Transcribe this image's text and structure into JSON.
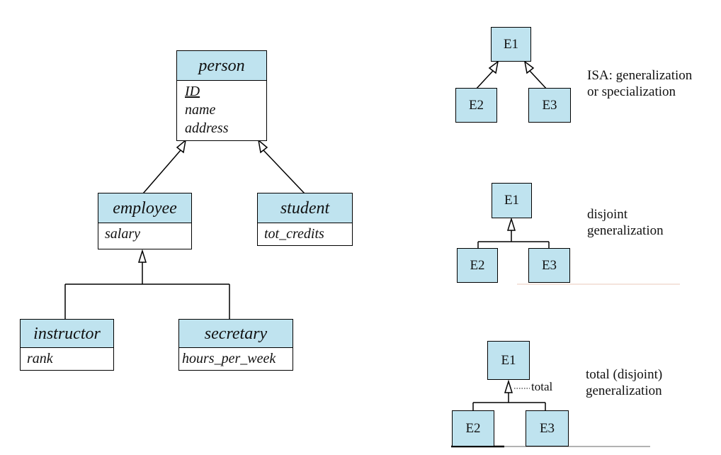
{
  "uml": {
    "person": {
      "name": "person",
      "attributes": [
        "ID",
        "name",
        "address"
      ],
      "key": "ID"
    },
    "employee": {
      "name": "employee",
      "attributes": [
        "salary"
      ]
    },
    "student": {
      "name": "student",
      "attributes": [
        "tot_credits"
      ]
    },
    "instructor": {
      "name": "instructor",
      "attributes": [
        "rank"
      ]
    },
    "secretary": {
      "name": "secretary",
      "attributes": [
        "hours_per_week"
      ]
    }
  },
  "legend": {
    "isa": {
      "e1": "E1",
      "e2": "E2",
      "e3": "E3",
      "label_line1": "ISA: generalization",
      "label_line2": "or specialization"
    },
    "disjoint": {
      "e1": "E1",
      "e2": "E2",
      "e3": "E3",
      "label_line1": "disjoint",
      "label_line2": "generalization"
    },
    "total": {
      "e1": "E1",
      "e2": "E2",
      "e3": "E3",
      "total_tag": "total",
      "label_line1": "total (disjoint)",
      "label_line2": "generalization"
    }
  },
  "colors": {
    "entity_fill": "#bfe3ef",
    "stroke": "#000000"
  }
}
